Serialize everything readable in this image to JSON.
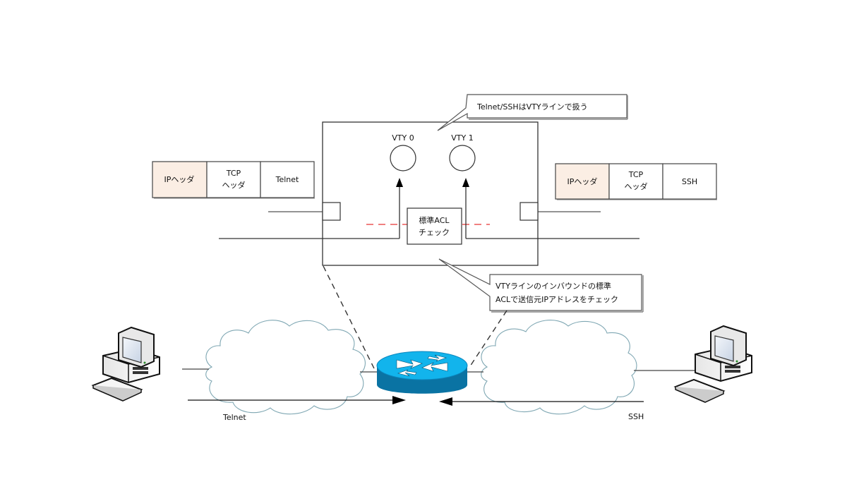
{
  "diagram": {
    "callouts": {
      "top": "Telnet/SSHはVTYラインで扱う",
      "bottom_line1": "VTYラインのインバウンドの標準",
      "bottom_line2": "ACLで送信元IPアドレスをチェック"
    },
    "router_detail": {
      "vty_lines": [
        {
          "label": "VTY 0"
        },
        {
          "label": "VTY 1"
        }
      ],
      "acl_box_line1": "標準ACL",
      "acl_box_line2": "チェック"
    },
    "packets": {
      "left": {
        "ip_header": "IPヘッダ",
        "tcp_header_line1": "TCP",
        "tcp_header_line2": "ヘッダ",
        "payload": "Telnet"
      },
      "right": {
        "ip_header": "IPヘッダ",
        "tcp_header_line1": "TCP",
        "tcp_header_line2": "ヘッダ",
        "payload": "SSH"
      }
    },
    "flows": {
      "left_label": "Telnet",
      "right_label": "SSH"
    },
    "colors": {
      "ip_header_fill": "#fbeee4",
      "acl_dash": "#f08080",
      "router_top": "#12b4ec",
      "router_side": "#0a73a3",
      "cloud_stroke": "#7fa7b3"
    }
  }
}
